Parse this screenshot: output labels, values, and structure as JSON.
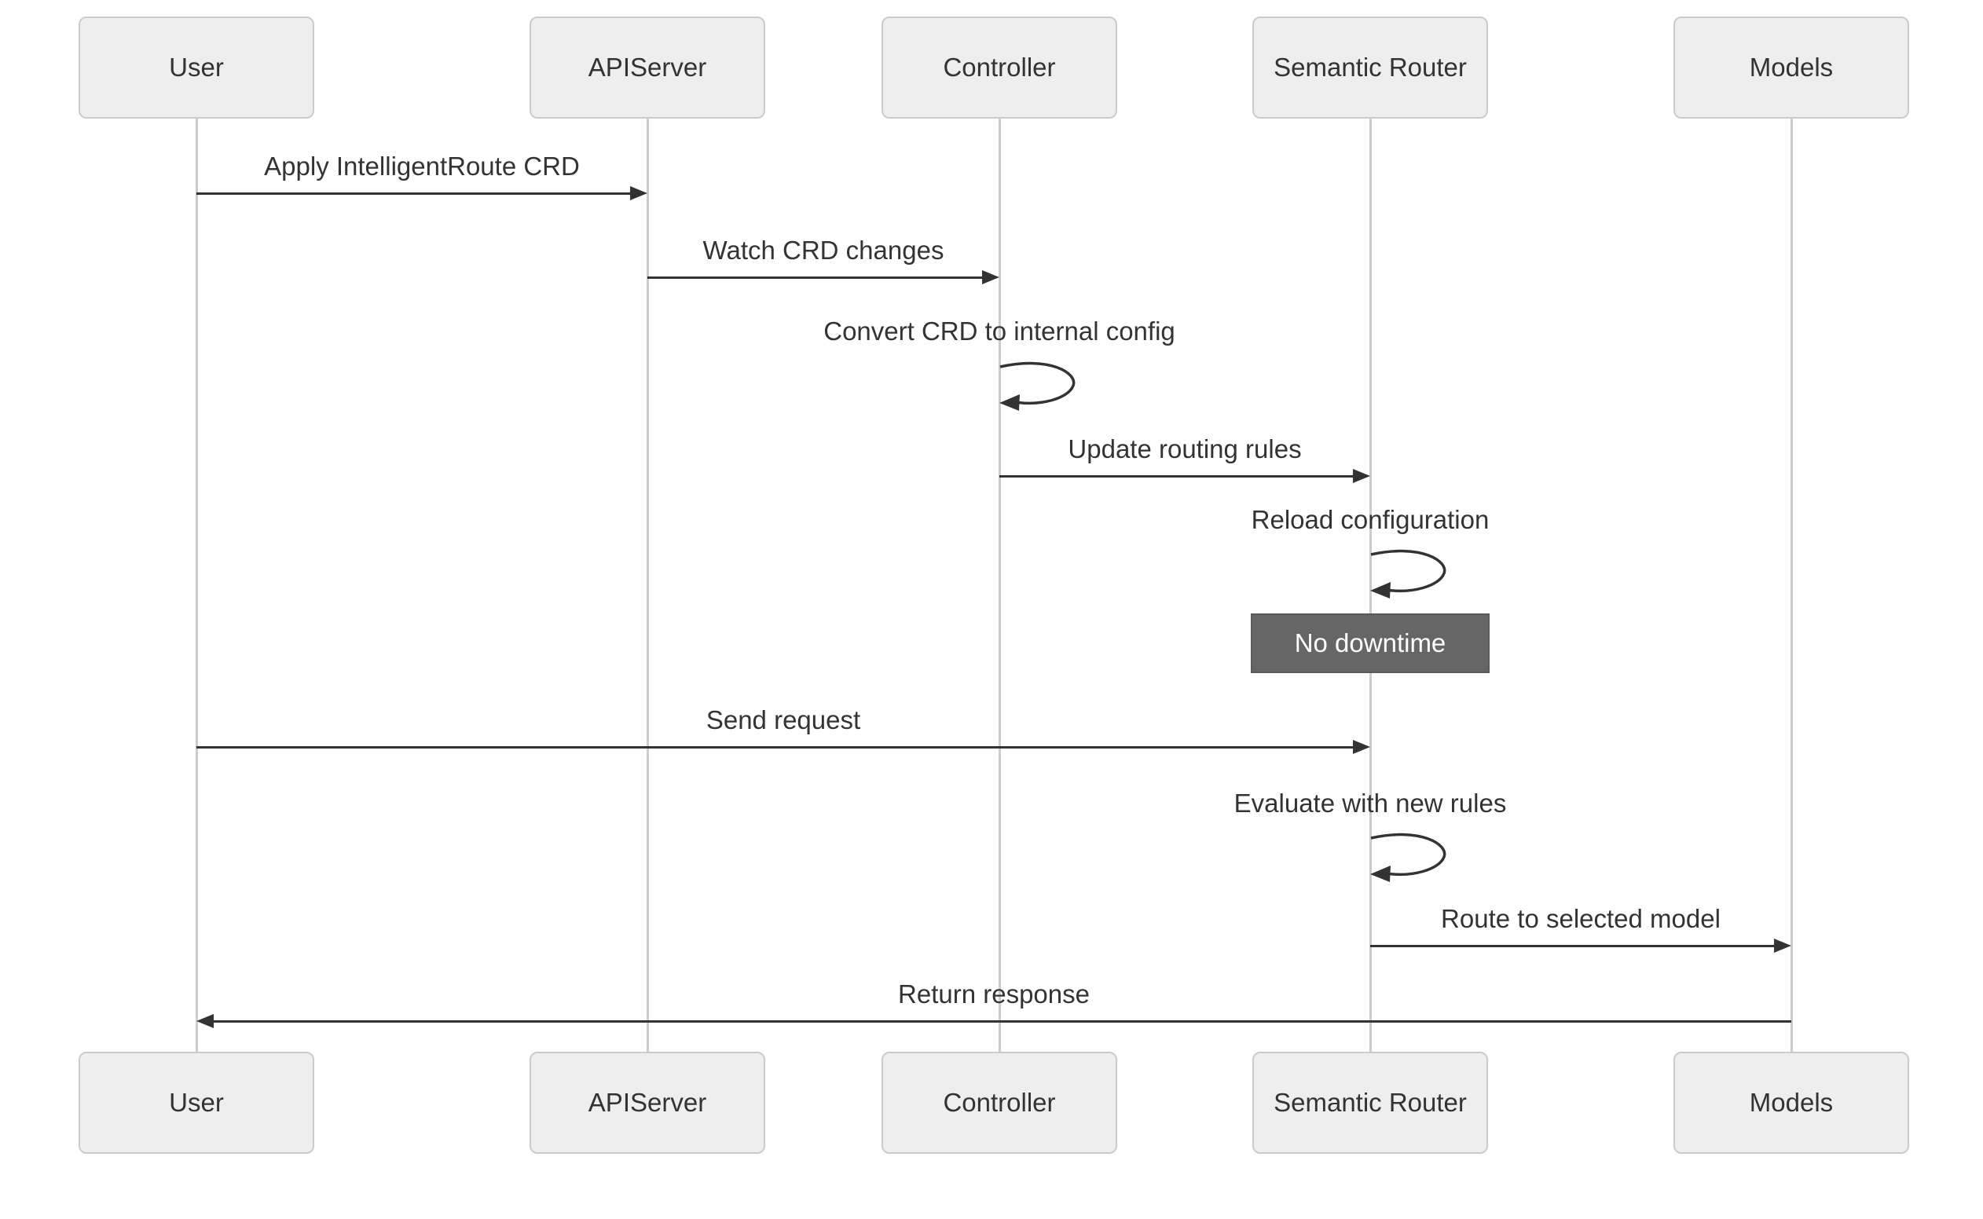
{
  "diagram": {
    "type": "sequence-diagram",
    "participants": [
      {
        "id": "user",
        "label": "User"
      },
      {
        "id": "apiserver",
        "label": "APIServer"
      },
      {
        "id": "controller",
        "label": "Controller"
      },
      {
        "id": "semantic-router",
        "label": "Semantic Router"
      },
      {
        "id": "models",
        "label": "Models"
      }
    ],
    "messages": [
      {
        "kind": "arrow",
        "from": "user",
        "to": "apiserver",
        "label": "Apply IntelligentRoute CRD"
      },
      {
        "kind": "arrow",
        "from": "apiserver",
        "to": "controller",
        "label": "Watch CRD changes"
      },
      {
        "kind": "self",
        "on": "controller",
        "label": "Convert CRD to internal config"
      },
      {
        "kind": "arrow",
        "from": "controller",
        "to": "semantic-router",
        "label": "Update routing rules"
      },
      {
        "kind": "self",
        "on": "semantic-router",
        "label": "Reload configuration"
      },
      {
        "kind": "note",
        "over": "semantic-router",
        "label": "No downtime"
      },
      {
        "kind": "arrow",
        "from": "user",
        "to": "semantic-router",
        "label": "Send request"
      },
      {
        "kind": "self",
        "on": "semantic-router",
        "label": "Evaluate with new rules"
      },
      {
        "kind": "arrow",
        "from": "semantic-router",
        "to": "models",
        "label": "Route to selected model"
      },
      {
        "kind": "arrow",
        "from": "models",
        "to": "user",
        "label": "Return response"
      }
    ],
    "colors": {
      "background": "#ffffff",
      "actor_fill": "#eeeeee",
      "actor_border": "#cccccc",
      "lifeline": "#cccccc",
      "line": "#333333",
      "text": "#333333",
      "note_fill": "#666666",
      "note_border": "#5a5a5a",
      "note_text": "#ffffff"
    }
  }
}
